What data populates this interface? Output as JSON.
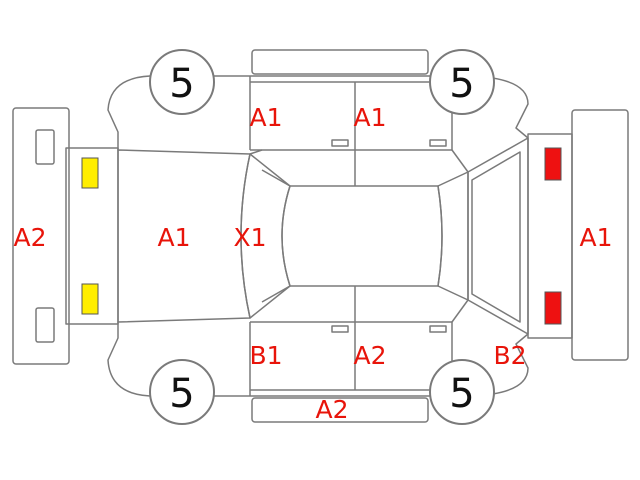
{
  "colors": {
    "line": "#7a7a7a",
    "label": "#e8140a",
    "front_lamp": "#ffee00",
    "rear_lamp": "#ee1111"
  },
  "tires": {
    "front_left": "5",
    "rear_left": "5",
    "front_right": "5",
    "rear_right": "5"
  },
  "labels": {
    "front_bumper": "A2",
    "hood": "A1",
    "windshield": "X1",
    "roof_top_left": "A1",
    "roof_top_right": "A1",
    "rear_bumper": "A1",
    "front_door_bottom": "B1",
    "rear_door_bottom": "A2",
    "rear_quarter_bottom": "B2",
    "rocker_bottom": "A2"
  }
}
